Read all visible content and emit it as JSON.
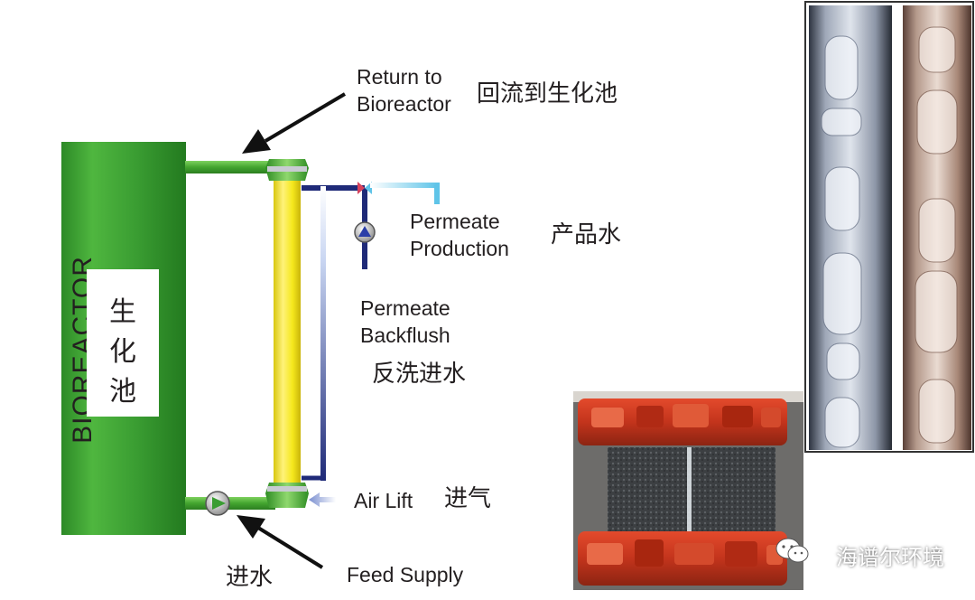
{
  "diagram": {
    "bioreactor": {
      "label_en": "BIOREACTOR",
      "label_cn_lines": [
        "生",
        "化",
        "池"
      ]
    },
    "labels": {
      "return_en_line1": "Return to",
      "return_en_line2": "Bioreactor",
      "return_cn": "回流到生化池",
      "permeate_prod_en_line1": "Permeate",
      "permeate_prod_en_line2": "Production",
      "permeate_prod_cn": "产品水",
      "backflush_en_line1": "Permeate",
      "backflush_en_line2": "Backflush",
      "backflush_cn": "反洗进水",
      "air_lift_en": "Air Lift",
      "air_lift_cn": "进气",
      "feed_en": "Feed Supply",
      "feed_cn": "进水"
    },
    "colors": {
      "bioreactor_green": "#3a9d32",
      "pipe_green": "#4caf34",
      "membrane_yellow": "#f5e81c",
      "permeate_navy": "#1f2a78",
      "light_blue": "#5fc4e8"
    }
  },
  "photos": {
    "module_photo": {
      "description_icon": "membrane-module-photo"
    },
    "tube_photo": {
      "description_icon": "tube-bubbles-photo"
    }
  },
  "watermark": {
    "text": "海谱尔环境",
    "icon": "wechat-icon"
  }
}
